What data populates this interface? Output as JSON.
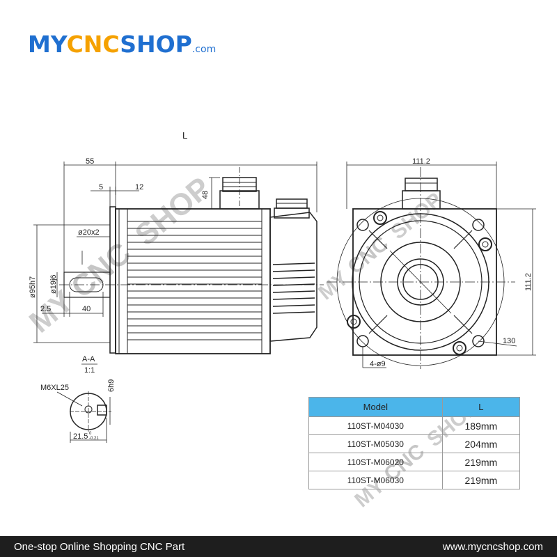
{
  "brand": {
    "logo_blue_1": "MY",
    "logo_orange": "CNC",
    "logo_blue_2": "SHOP",
    "logo_domain": ".com",
    "blue": "#1f6fd0",
    "orange": "#f5a100"
  },
  "drawing": {
    "length_label": "L",
    "dim_55": "55",
    "dim_5": "5",
    "dim_12": "12",
    "dim_48": "48",
    "dim_shaft_dia": "ø20x2",
    "dim_pilot": "ø95h7",
    "dim_shaft": "ø19j6",
    "dim_2_5": "2.5",
    "dim_40": "40",
    "dim_width": "111.2",
    "dim_height": "111.2",
    "dim_pcd": "130",
    "dim_holes": "4-ø9",
    "section_label": "A-A",
    "section_scale": "1:1",
    "thread": "M6XL25",
    "key": "6h9",
    "key_depth": "21.5",
    "key_tol_upper": "0",
    "key_tol_lower": "-0.21"
  },
  "table": {
    "headers": [
      "Model",
      "L"
    ],
    "rows": [
      {
        "model": "110ST-M04030",
        "length": "189mm"
      },
      {
        "model": "110ST-M05030",
        "length": "204mm"
      },
      {
        "model": "110ST-M06020",
        "length": "219mm"
      },
      {
        "model": "110ST-M06030",
        "length": "219mm"
      }
    ],
    "header_color": "#4bb5ea"
  },
  "footer": {
    "left": "One-stop Online Shopping CNC Part",
    "right": "www.mycncshop.com"
  }
}
